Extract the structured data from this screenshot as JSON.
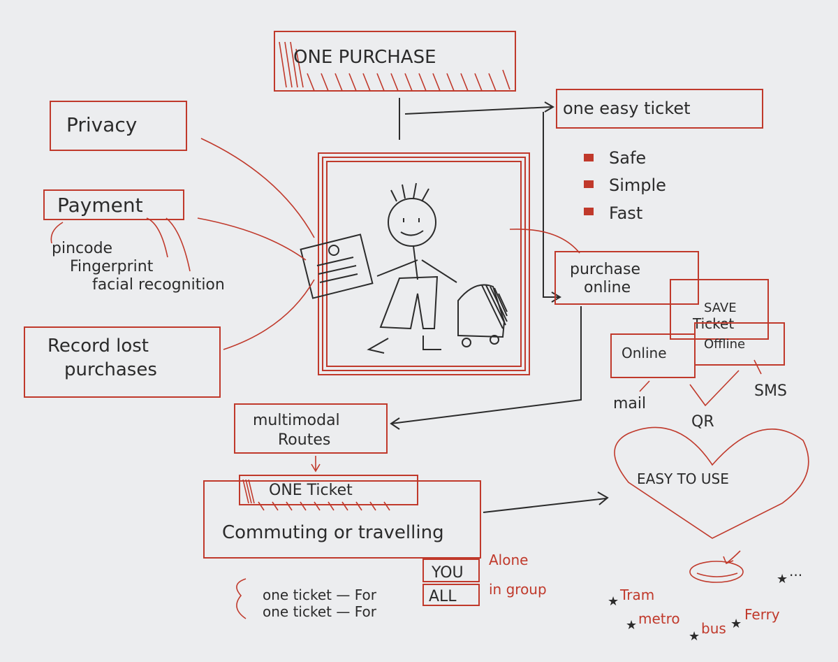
{
  "colors": {
    "paper": "#ecedef",
    "red_marker": "#c0392b",
    "black_marker": "#2b2b2b"
  },
  "title": "ONE PURCHASE",
  "right_top": {
    "box": "one easy ticket",
    "bullets": [
      "Safe",
      "Simple",
      "Fast"
    ]
  },
  "left": {
    "privacy": "Privacy",
    "payment": "Payment",
    "payment_items": [
      "pincode",
      "Fingerprint",
      "facial recognition"
    ],
    "record_line1": "Record lost",
    "record_line2": "purchases"
  },
  "right_mid": {
    "purchase_line1": "purchase",
    "purchase_line2": "online",
    "save_line1": "SAVE",
    "save_line2": "Ticket",
    "online": "Online",
    "offline": "Offline",
    "mail": "mail",
    "qr": "QR",
    "sms": "SMS"
  },
  "bottom_left": {
    "routes_line1": "multimodal",
    "routes_line2": "Routes",
    "one_ticket": "ONE Ticket",
    "commuting": "Commuting or travelling",
    "row1_text": "one ticket — For",
    "row1_box": "YOU",
    "row1_note": "Alone",
    "row2_text": "one ticket — For",
    "row2_box": "ALL",
    "row2_note": "in group"
  },
  "bottom_right": {
    "heart_text": "EASY TO USE",
    "modes": [
      "Tram",
      "metro",
      "bus",
      "Ferry",
      "..."
    ]
  },
  "icons": {
    "figure": "stick-figure-icon",
    "ticket": "ticket-card-icon",
    "luggage": "luggage-icon",
    "heart": "heart-icon",
    "card": "card-icon",
    "star": "star-bullet-icon"
  }
}
